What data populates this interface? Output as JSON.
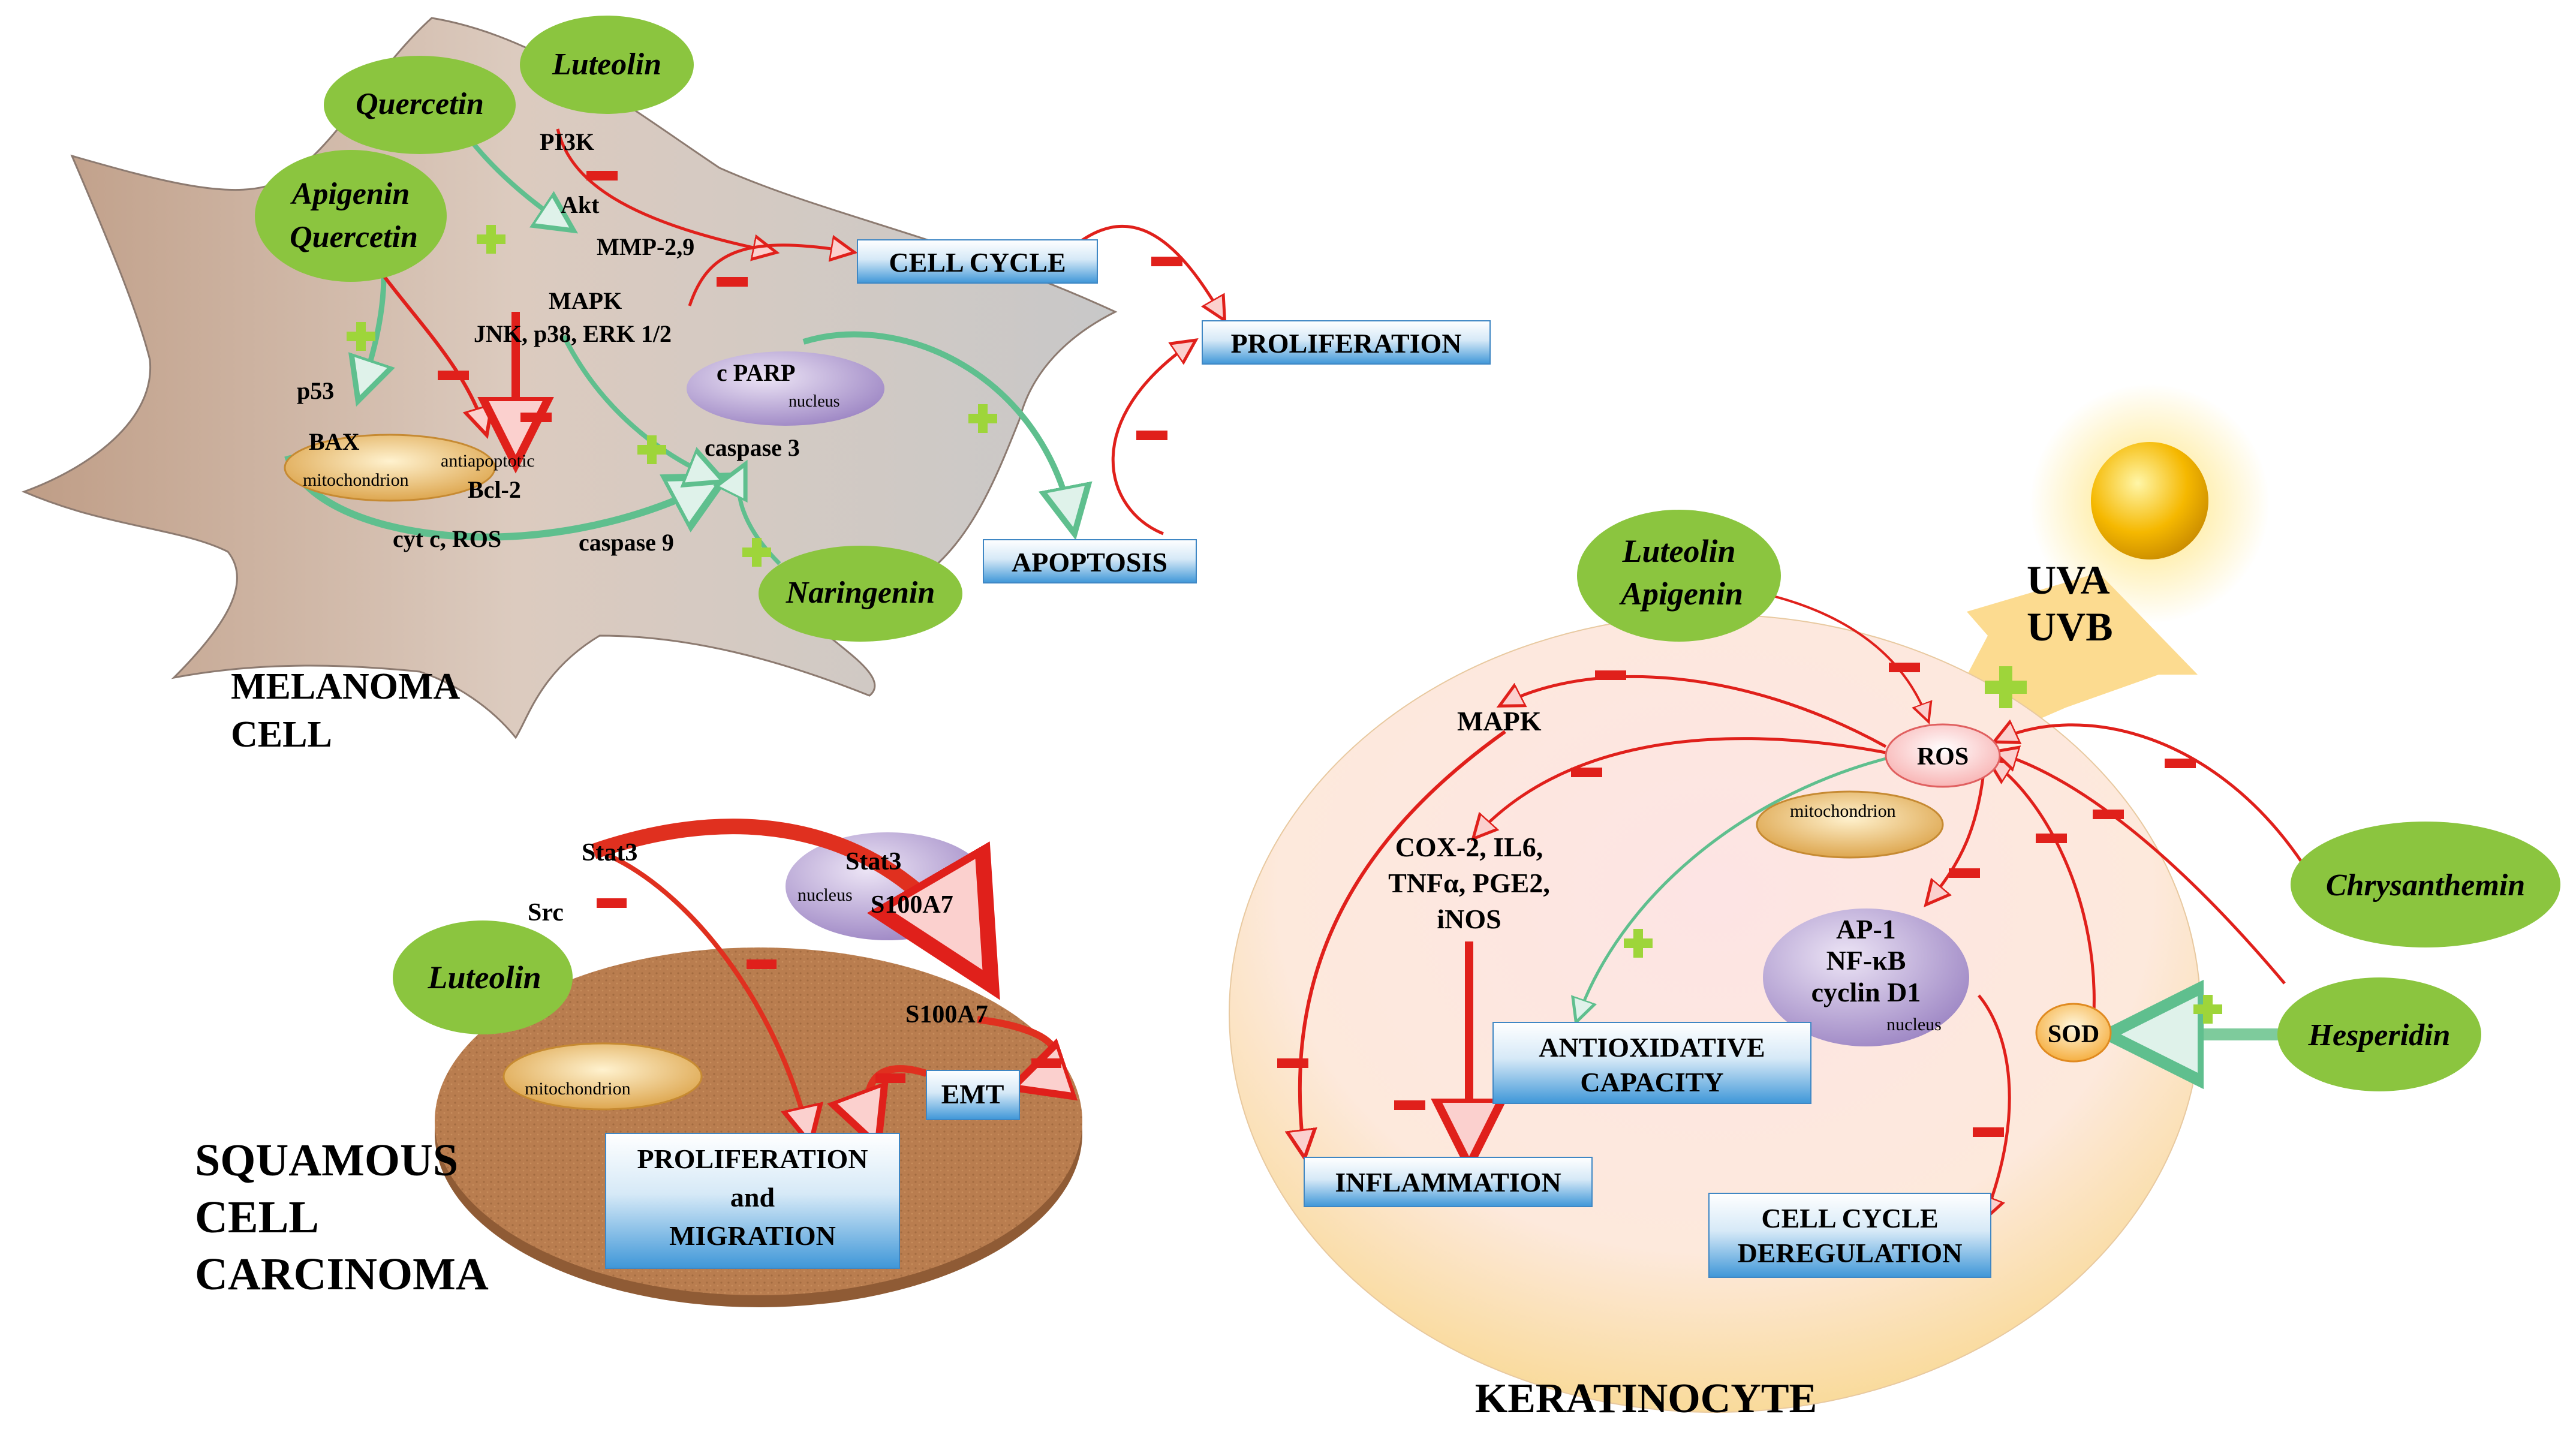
{
  "flavonoids": {
    "luteolin": "Luteolin",
    "quercetin": "Quercetin",
    "apigenin": "Apigenin",
    "naringenin": "Naringenin",
    "apigenin_line2": "Quercetin",
    "ker_luteolin": "Luteolin",
    "ker_apigenin": "Apigenin",
    "chrysanthemin": "Chrysanthemin",
    "hesperidin": "Hesperidin",
    "scc_luteolin": "Luteolin"
  },
  "melanoma": {
    "title_line1": "MELANOMA",
    "title_line2": "CELL",
    "pi3k": "PI3K",
    "akt": "Akt",
    "mmp": "MMP-2,9",
    "mapk": "MAPK",
    "jnk": "JNK, p38, ERK 1/2",
    "p53": "p53",
    "bax": "BAX",
    "mitochondrion": "mitochondrion",
    "antiapoptotic": "antiapoptotic",
    "bcl2": "Bcl-2",
    "cytc": "cyt c, ROS",
    "caspase9": "caspase 9",
    "caspase3": "caspase 3",
    "cparp": "c PARP",
    "nucleus": "nucleus",
    "cell_cycle": "CELL CYCLE",
    "proliferation": "PROLIFERATION",
    "apoptosis": "APOPTOSIS"
  },
  "scc": {
    "title_line1": "SQUAMOUS",
    "title_line2": "CELL",
    "title_line3": "CARCINOMA",
    "stat3": "Stat3",
    "src": "Src",
    "nuc_stat3": "Stat3",
    "nuc_label": "nucleus",
    "nuc_s100": "S100A7",
    "s100a7": "S100A7",
    "emt": "EMT",
    "mitochondrion": "mitochondrion",
    "prolif_line1": "PROLIFERATION",
    "prolif_line2": "and",
    "prolif_line3": "MIGRATION"
  },
  "keratinocyte": {
    "title": "KERATINOCYTE",
    "uva": "UVA",
    "uvb": "UVB",
    "mapk": "MAPK",
    "ros": "ROS",
    "mitochondrion": "mitochondrion",
    "cox_line1": "COX-2, IL6,",
    "cox_line2": "TNFα, PGE2,",
    "cox_line3": "iNOS",
    "ap1": "AP-1",
    "nfkb": "NF-κB",
    "cyclin": "cyclin D1",
    "nucleus": "nucleus",
    "sod": "SOD",
    "antiox_line1": "ANTIOXIDATIVE",
    "antiox_line2": "CAPACITY",
    "inflammation": "INFLAMMATION",
    "ccd_line1": "CELL CYCLE",
    "ccd_line2": "DEREGULATION"
  },
  "colors": {
    "inhibit": "#e0201b",
    "activate": "#9ed53a",
    "flavonoid_fill": "#8bc53f",
    "box_fill": "#5aa8e0"
  }
}
